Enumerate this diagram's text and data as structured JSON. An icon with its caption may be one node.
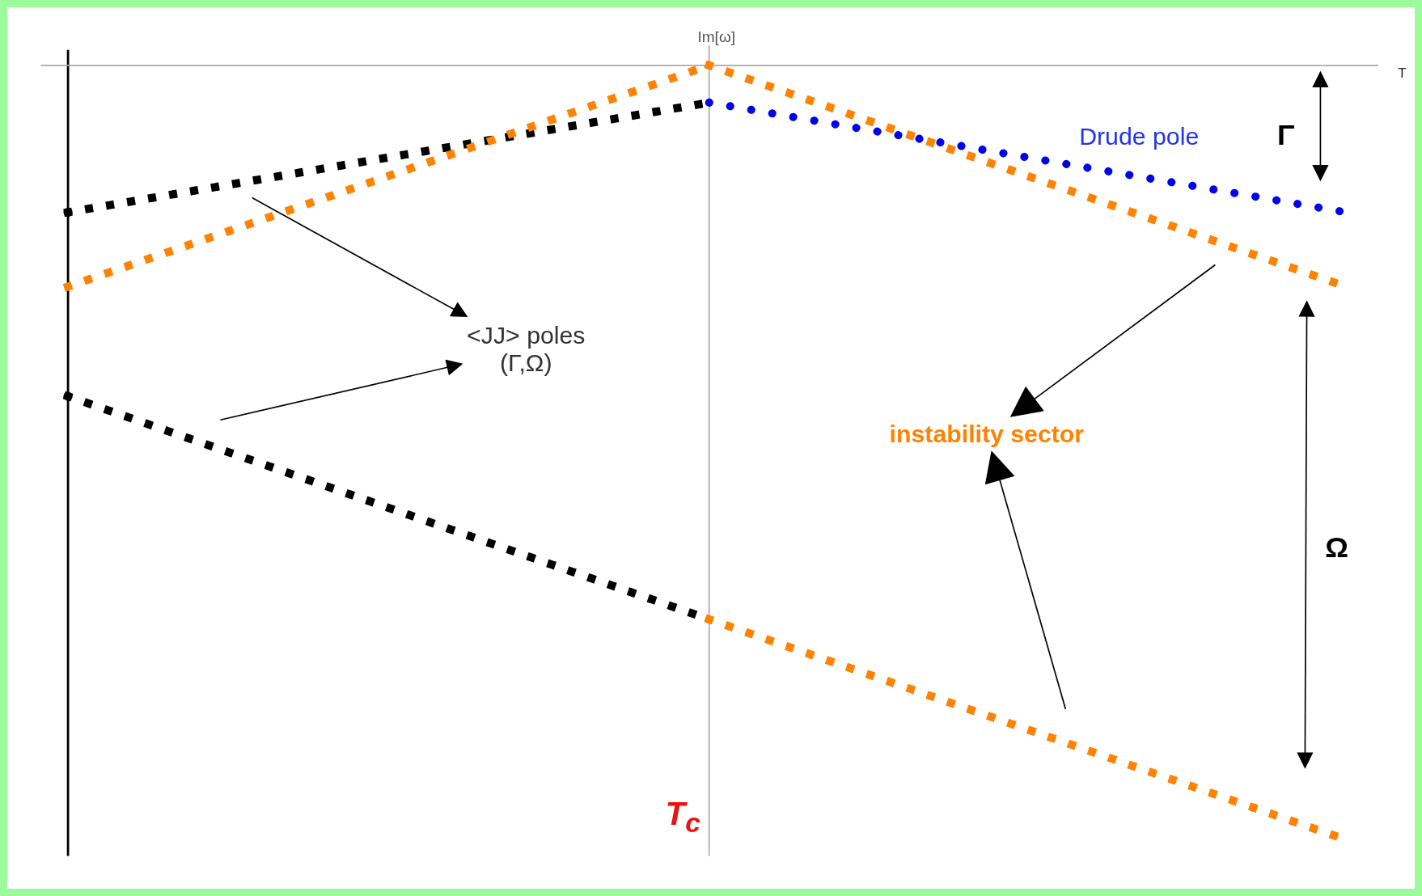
{
  "diagram": {
    "nodes": [
      {
        "text": [
          "<JJ> poles",
          "(Γ,Ω)"
        ]
      },
      {
        "text": [
          "instability sector"
        ]
      }
    ],
    "edges": [
      {
        "from": null,
        "to": 0,
        "arrow": "to"
      },
      {
        "from": null,
        "to": 0,
        "arrow": "to"
      },
      {
        "from": null,
        "to": 1,
        "arrow": "to"
      },
      {
        "from": null,
        "to": 1,
        "arrow": "to"
      }
    ],
    "labels": [
      "Im[ω]",
      "T",
      "Drude pole",
      "Γ",
      "Ω",
      "*T*$_{c}$"
    ]
  }
}
